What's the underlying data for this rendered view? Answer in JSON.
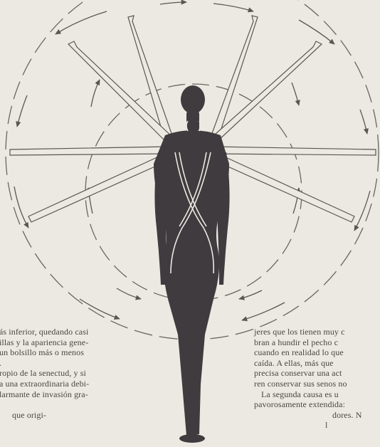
{
  "left_column": {
    "lines": [
      "ás inferior, quedando casi",
      "illas y la apariencia gene-",
      "un bolsillo más o menos",
      ".",
      "ropio de la senectud, y si",
      "a una extraordinaria debi-",
      "larmante de invasión gra-",
      "",
      "que origi-"
    ]
  },
  "right_column": {
    "lines": [
      "jeres que los tienen muy c",
      "bran a hundir el pecho c",
      "cuando en realidad lo que",
      "caída. A ellas, más que",
      "precisa conservar una act",
      "ren conservar sus senos no",
      "La segunda causa es u",
      "pavorosamente extendida:",
      "dores. N",
      "l"
    ]
  },
  "colors": {
    "paper": "#ece9e2",
    "figure": "#3f3b3e",
    "limb_outline": "#5a5650",
    "ink": "#4a4540"
  }
}
